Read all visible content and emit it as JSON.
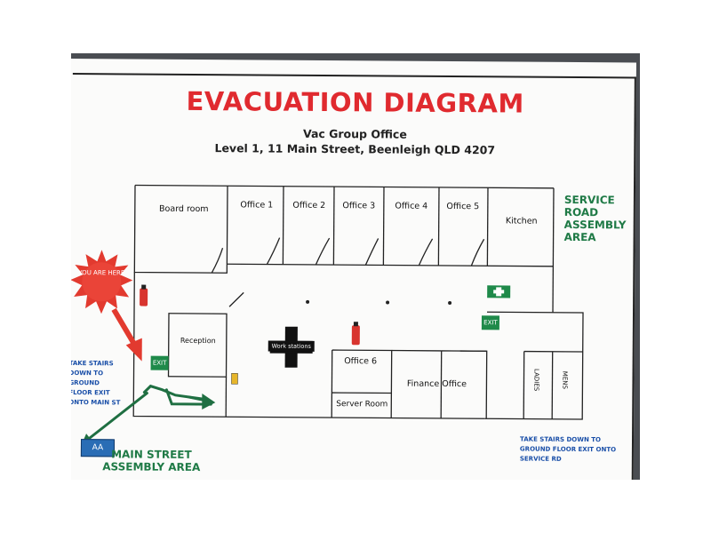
{
  "title": "EVACUATION DIAGRAM",
  "organization": "Vac Group Office",
  "address": "Level 1, 11 Main Street, Beenleigh QLD 4207",
  "rooms": {
    "board_room": "Board room",
    "office1": "Office 1",
    "office2": "Office 2",
    "office3": "Office 3",
    "office4": "Office 4",
    "office5": "Office 5",
    "kitchen": "Kitchen",
    "reception": "Reception",
    "work_stations": "Work stations",
    "office6": "Office 6",
    "server_room": "Server Room",
    "finance_office": "Finance Office",
    "ladies": "LADIES",
    "mens": "MENS"
  },
  "you_are_here": "YOU ARE HERE",
  "exit_label": "EXIT",
  "assembly": {
    "service_road": "SERVICE ROAD ASSEMBLY AREA",
    "main_street": "MAIN STREET ASSEMBLY AREA",
    "main_street_badge": "AA"
  },
  "instructions": {
    "left": "TAKE STAIRS DOWN TO GROUND FLOOR EXIT ONTO MAIN ST",
    "right": "TAKE STAIRS DOWN TO GROUND FLOOR EXIT ONTO SERVICE RD"
  },
  "colors": {
    "title_red": "#e02a2f",
    "exit_green": "#1f8a4a",
    "assembly_green": "#1f7a46",
    "instruction_blue": "#1a4fa8",
    "photo_background": "#4a4d52"
  }
}
